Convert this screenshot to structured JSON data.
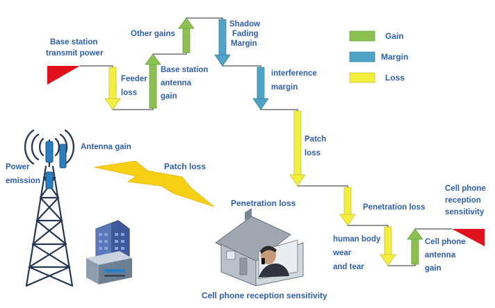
{
  "labels": {
    "base_station_transmit_power": [
      "Base station",
      "transmit power"
    ],
    "feeder_loss": [
      "Feeder",
      "loss"
    ],
    "base_station_antenna_gain": [
      "Base station",
      "antenna",
      "gain"
    ],
    "other_gains": "Other gains",
    "shadow_fading_margin": [
      "Shadow",
      "Fading",
      "Margin"
    ],
    "interference_margin": [
      "interference",
      "margin"
    ],
    "patch_loss_right": [
      "Patch",
      "loss"
    ],
    "penetration_loss_right": "Penetration loss",
    "human_body_wear": [
      "human body",
      "wear",
      "and tear"
    ],
    "cell_phone_antenna_gain": [
      "Cell phone",
      "antenna",
      "gain"
    ],
    "cell_phone_reception_sensitivity_right": [
      "Cell phone",
      "reception",
      "sensitivity"
    ],
    "antenna_gain": "Antenna gain",
    "power_emission": [
      "Power",
      "emission"
    ],
    "patch_loss_left": "Patch loss",
    "penetration_loss_center": "Penetration loss",
    "cell_phone_reception_sensitivity_bottom": "Cell phone reception sensitivity"
  },
  "legend": [
    {
      "label": "Gain",
      "color": "#8cc152"
    },
    {
      "label": "Margin",
      "color": "#4fa3c7"
    },
    {
      "label": "Loss",
      "color": "#f4ef3e"
    }
  ],
  "colors": {
    "gain": "#8cc152",
    "margin": "#4fa3c7",
    "loss": "#f4ef3e",
    "text": "#2f5fa8",
    "red": "#e0121e",
    "line": "#6d6d6d"
  }
}
